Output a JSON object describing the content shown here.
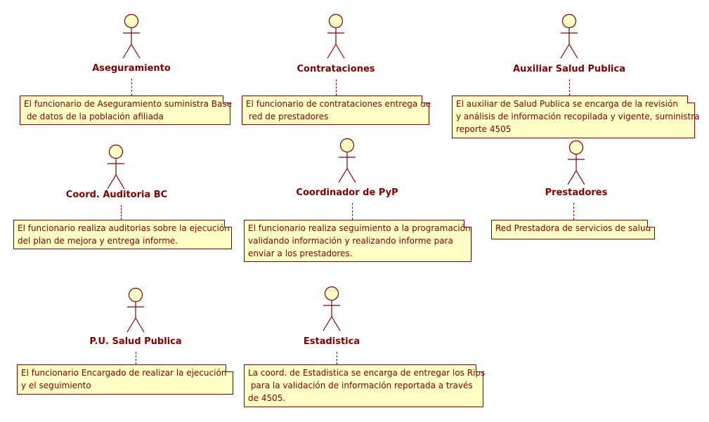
{
  "diagram": {
    "actors": [
      {
        "id": "aseguramiento",
        "label": "Aseguramiento",
        "note": "El funcionario de Aseguramiento suministra Base\n de datos de la población afiliada"
      },
      {
        "id": "contrataciones",
        "label": "Contrataciones",
        "note": "El funcionario de contrataciones entrega de\n red de prestadores"
      },
      {
        "id": "auxiliar",
        "label": "Auxiliar Salud Publica",
        "note": "El auxiliar de Salud Publica se encarga de la revisión\ny análisis de información recopilada y vigente, suministra\nreporte 4505"
      },
      {
        "id": "auditoria",
        "label": "Coord. Auditoria BC",
        "note": "El funcionario realiza auditorias sobre la ejecución\ndel plan de mejora y entrega informe."
      },
      {
        "id": "pyp",
        "label": "Coordinador de  PyP",
        "note": "El funcionario realiza seguimiento a la programación\nvalidando información y realizando informe para\nenviar a los prestadores."
      },
      {
        "id": "prestadores",
        "label": "Prestadores",
        "note": "Red Prestadora de servicios de salud"
      },
      {
        "id": "pu",
        "label": "P.U. Salud Publica",
        "note": "El funcionario Encargado de realizar la ejecución\ny el seguimiento"
      },
      {
        "id": "estadistica",
        "label": "Estadistica",
        "note": "La coord. de Estadistica se encarga de entregar los Rips\n para la validación de información reportada a través\nde 4505."
      }
    ]
  }
}
